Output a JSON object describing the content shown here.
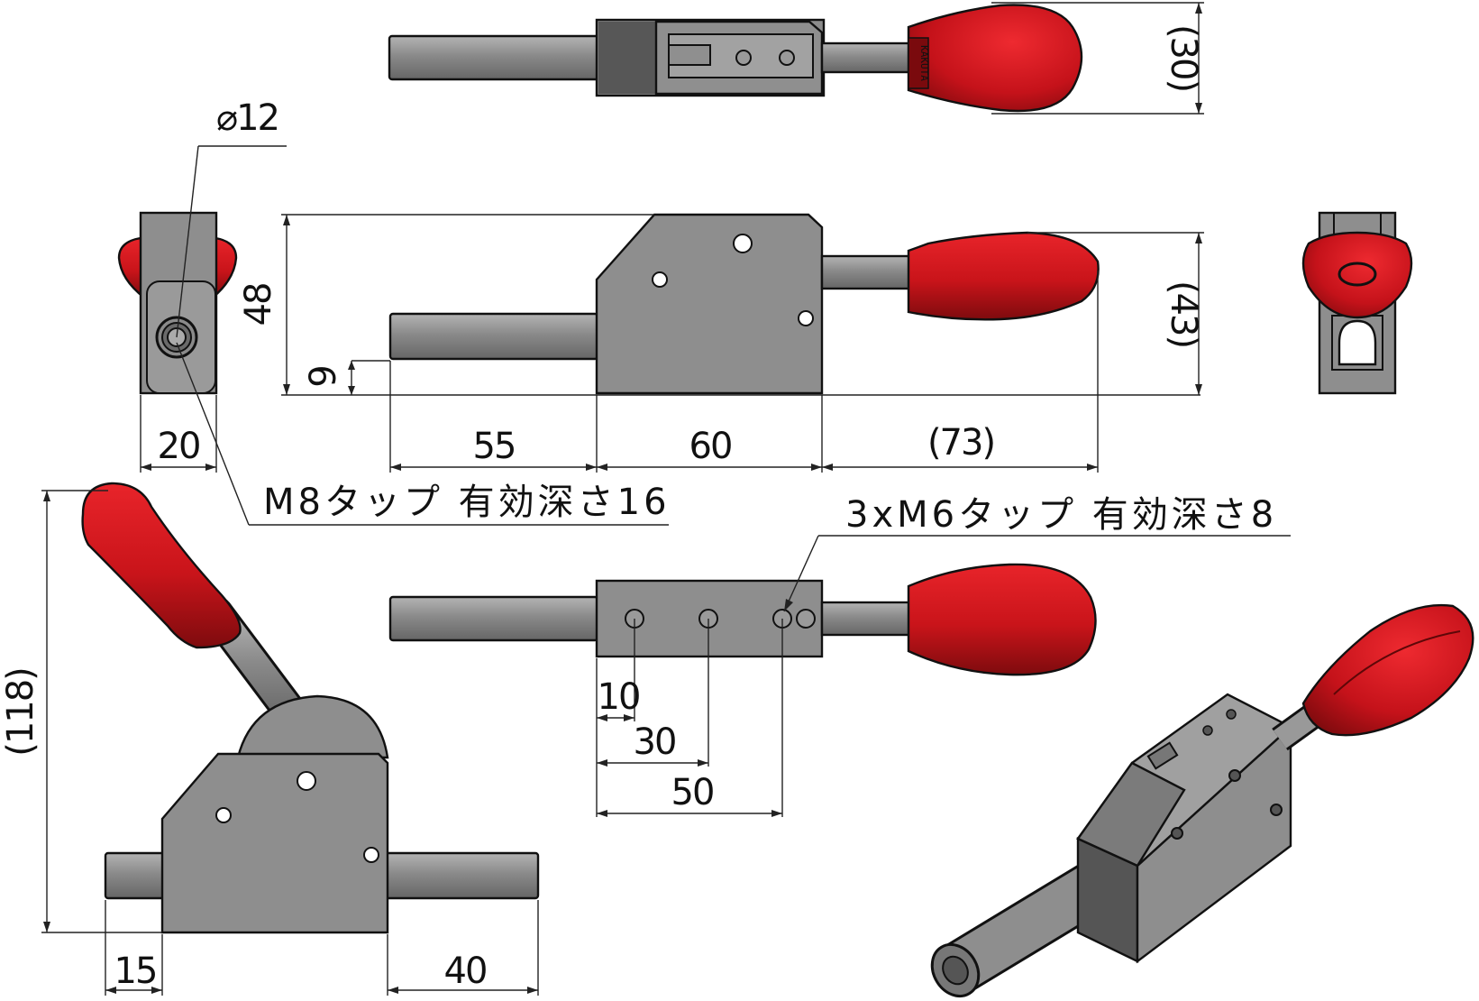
{
  "colors": {
    "body_gray": "#8e8e8e",
    "dark_gray": "#5b5b5b",
    "handle_red": "#d9141a",
    "handle_dark": "#8c0d10",
    "outline": "#111111"
  },
  "dimensions": {
    "top_handle_width": "(30)",
    "diameter": "⌀12",
    "side_width": "20",
    "height": "48",
    "offset": "9",
    "shaft_len": "55",
    "body_len": "60",
    "handle_len": "(73)",
    "handle_height": "(43)",
    "front_total_height": "(118)",
    "front_left": "15",
    "front_right": "40",
    "hole_10": "10",
    "hole_30": "30",
    "hole_50": "50"
  },
  "notes": {
    "m8_tap": "M8タップ 有効深さ16",
    "m6_tap": "3xM6タップ 有効深さ8"
  },
  "logo_text": "KAKUTA"
}
